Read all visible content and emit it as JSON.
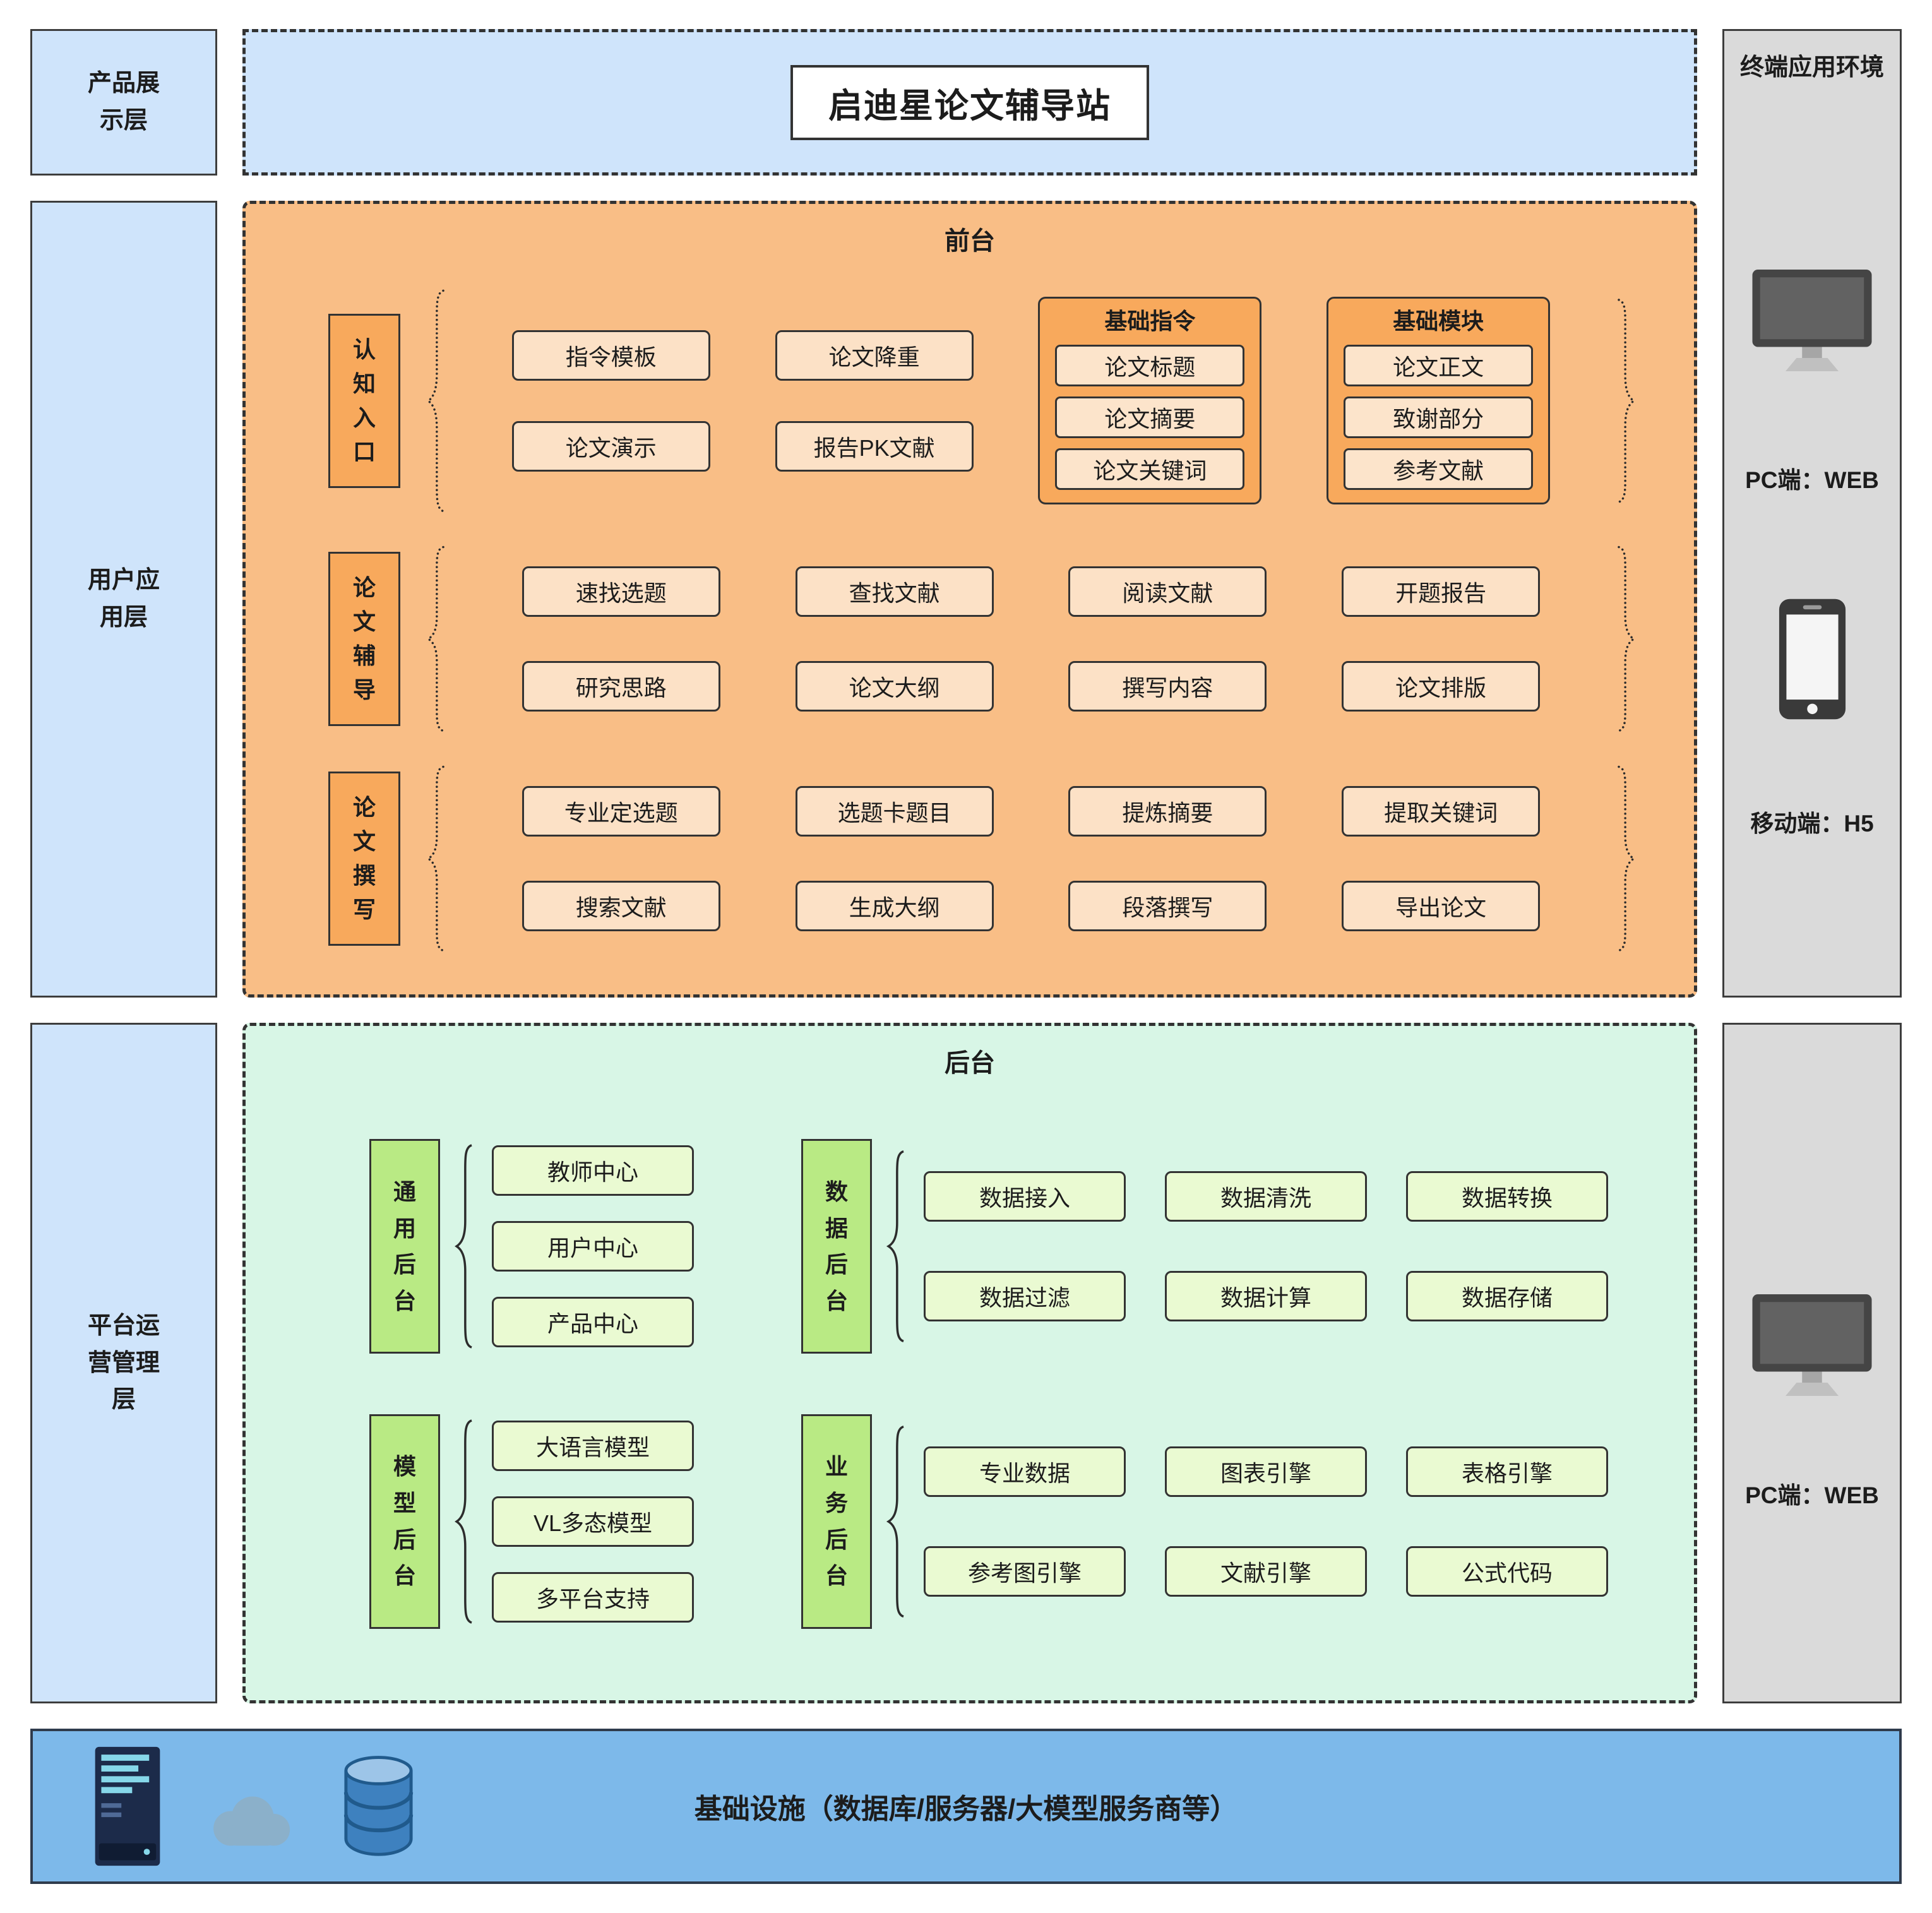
{
  "title": "启迪星论文辅导站",
  "left_layers": {
    "product": "产品展示层",
    "user": "用户应用层",
    "platform": "平台运营管理层"
  },
  "frontend": {
    "title": "前台",
    "row1": {
      "label": "认知入口",
      "col1": [
        "指令模板",
        "论文演示"
      ],
      "col2": [
        "论文降重",
        "报告PK文献"
      ],
      "group1": {
        "title": "基础指令",
        "items": [
          "论文标题",
          "论文摘要",
          "论文关键词"
        ]
      },
      "group2": {
        "title": "基础模块",
        "items": [
          "论文正文",
          "致谢部分",
          "参考文献"
        ]
      }
    },
    "row2": {
      "label": "论文辅导",
      "items": [
        "速找选题",
        "查找文献",
        "阅读文献",
        "开题报告",
        "研究思路",
        "论文大纲",
        "撰写内容",
        "论文排版"
      ]
    },
    "row3": {
      "label": "论文撰写",
      "items": [
        "专业定选题",
        "选题卡题目",
        "提炼摘要",
        "提取关键词",
        "搜索文献",
        "生成大纲",
        "段落撰写",
        "导出论文"
      ]
    }
  },
  "backend": {
    "title": "后台",
    "general": {
      "label": "通用后台",
      "items": [
        "教师中心",
        "用户中心",
        "产品中心"
      ]
    },
    "data": {
      "label": "数据后台",
      "items": [
        "数据接入",
        "数据清洗",
        "数据转换",
        "数据过滤",
        "数据计算",
        "数据存储"
      ]
    },
    "model": {
      "label": "模型后台",
      "items": [
        "大语言模型",
        "VL多态模型",
        "多平台支持"
      ]
    },
    "business": {
      "label": "业务后台",
      "items": [
        "专业数据",
        "图表引擎",
        "表格引擎",
        "参考图引擎",
        "文献引擎",
        "公式代码"
      ]
    }
  },
  "terminal": {
    "title": "终端应用环境",
    "pc_label": "PC端：WEB",
    "mobile_label": "移动端：H5",
    "bottom_pc_label": "PC端：WEB"
  },
  "infrastructure": {
    "label": "基础设施（数据库/服务器/大模型服务商等）"
  },
  "icons": {
    "terminal_pc": "monitor-icon",
    "terminal_mobile": "smartphone-icon",
    "ops_pc": "monitor-icon",
    "infra": [
      "server-icon",
      "cloud-icon",
      "database-icon"
    ]
  },
  "colors": {
    "layer_blue": "#cfe4fb",
    "frontend_orange": "#f9be86",
    "frontend_item": "#fce1c6",
    "frontend_accent": "#f8a95c",
    "backend_mint": "#d8f6e6",
    "backend_label_green": "#b9ea84",
    "backend_item": "#eafad2",
    "infra_blue": "#7db9ea",
    "panel_gray": "#dadada",
    "border_dark": "#333333"
  }
}
